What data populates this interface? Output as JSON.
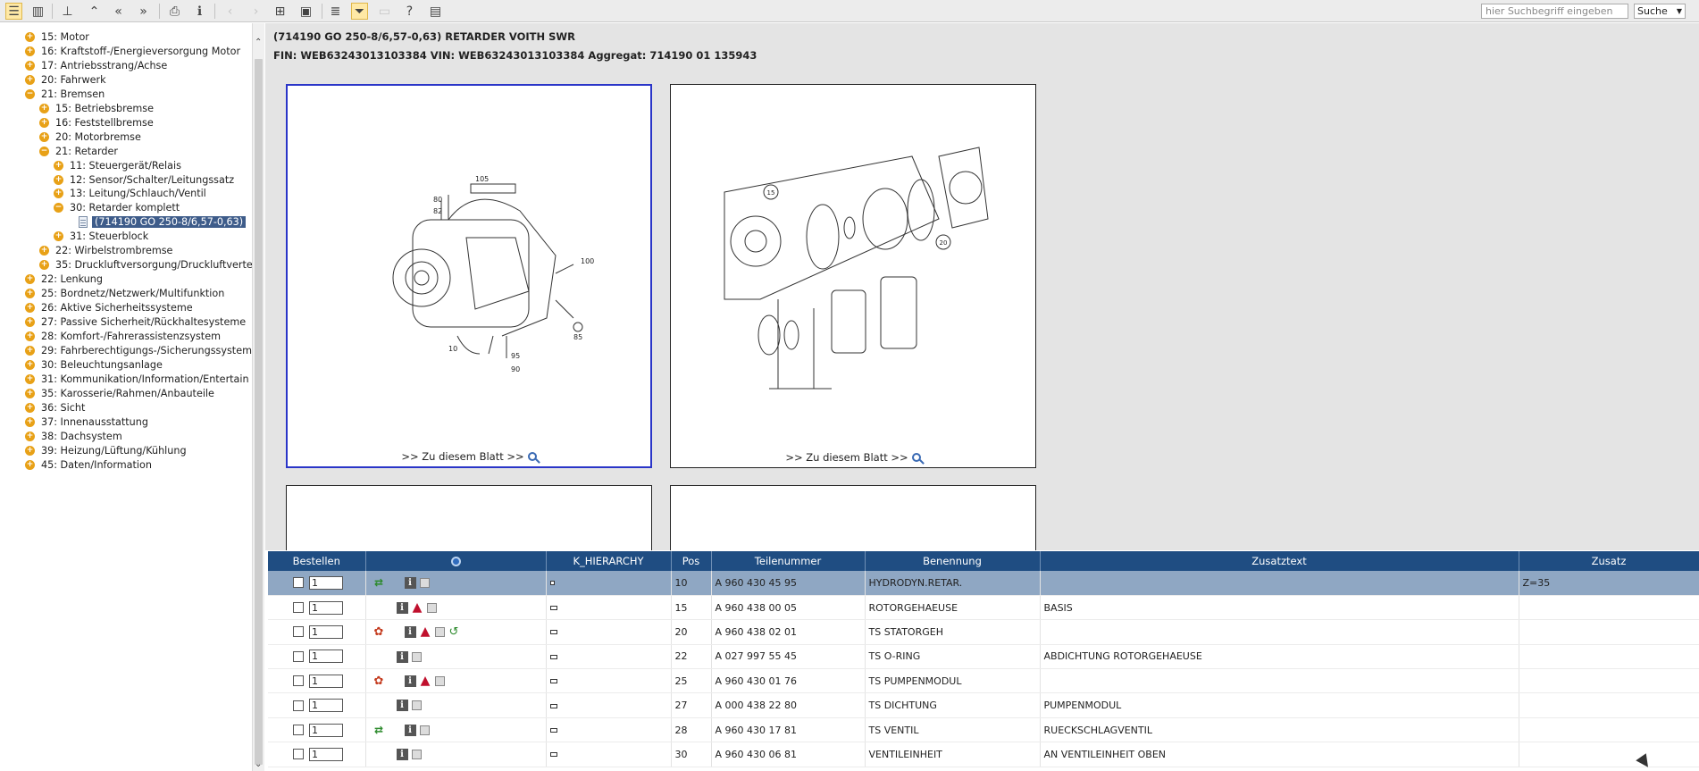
{
  "search": {
    "placeholder": "hier Suchbegriff eingeben",
    "button": "Suche"
  },
  "tree": {
    "items": [
      {
        "code": "15: Motor",
        "level": 1,
        "state": "+"
      },
      {
        "code": "16: Kraftstoff-/Energieversorgung Motor",
        "level": 1,
        "state": "+"
      },
      {
        "code": "17: Antriebsstrang/Achse",
        "level": 1,
        "state": "+"
      },
      {
        "code": "20: Fahrwerk",
        "level": 1,
        "state": "+"
      },
      {
        "code": "21: Bremsen",
        "level": 1,
        "state": "-"
      },
      {
        "code": "15: Betriebsbremse",
        "level": 2,
        "state": "+"
      },
      {
        "code": "16: Feststellbremse",
        "level": 2,
        "state": "+"
      },
      {
        "code": "20: Motorbremse",
        "level": 2,
        "state": "+"
      },
      {
        "code": "21: Retarder",
        "level": 2,
        "state": "-"
      },
      {
        "code": "11: Steuergerät/Relais",
        "level": 3,
        "state": "+"
      },
      {
        "code": "12: Sensor/Schalter/Leitungssatz",
        "level": 3,
        "state": "+"
      },
      {
        "code": "13: Leitung/Schlauch/Ventil",
        "level": 3,
        "state": "+"
      },
      {
        "code": "30: Retarder komplett",
        "level": 3,
        "state": "-"
      },
      {
        "code": "(714190 GO 250-8/6,57-0,63)",
        "level": 4,
        "state": "doc"
      },
      {
        "code": "31: Steuerblock",
        "level": 3,
        "state": "+"
      },
      {
        "code": "22: Wirbelstrombremse",
        "level": 2,
        "state": "+"
      },
      {
        "code": "35: Druckluftversorgung/Druckluftverte",
        "level": 2,
        "state": "+"
      },
      {
        "code": "22: Lenkung",
        "level": 1,
        "state": "+"
      },
      {
        "code": "25: Bordnetz/Netzwerk/Multifunktion",
        "level": 1,
        "state": "+"
      },
      {
        "code": "26: Aktive Sicherheitssysteme",
        "level": 1,
        "state": "+"
      },
      {
        "code": "27: Passive Sicherheit/Rückhaltesysteme",
        "level": 1,
        "state": "+"
      },
      {
        "code": "28: Komfort-/Fahrerassistenzsystem",
        "level": 1,
        "state": "+"
      },
      {
        "code": "29: Fahrberechtigungs-/Sicherungssystem",
        "level": 1,
        "state": "+"
      },
      {
        "code": "30: Beleuchtungsanlage",
        "level": 1,
        "state": "+"
      },
      {
        "code": "31: Kommunikation/Information/Entertain",
        "level": 1,
        "state": "+"
      },
      {
        "code": "35: Karosserie/Rahmen/Anbauteile",
        "level": 1,
        "state": "+"
      },
      {
        "code": "36: Sicht",
        "level": 1,
        "state": "+"
      },
      {
        "code": "37: Innenausstattung",
        "level": 1,
        "state": "+"
      },
      {
        "code": "38: Dachsystem",
        "level": 1,
        "state": "+"
      },
      {
        "code": "39: Heizung/Lüftung/Kühlung",
        "level": 1,
        "state": "+"
      },
      {
        "code": "45: Daten/Information",
        "level": 1,
        "state": "+"
      }
    ]
  },
  "header": {
    "title": "(714190 GO 250-8/6,57-0,63) RETARDER VOITH SWR",
    "fin": "FIN: WEB63243013103384 VIN: WEB63243013103384 Aggregat: 714190 01 135943"
  },
  "sheets": {
    "link_label": ">> Zu diesem Blatt >>",
    "sheet1_callouts": [
      "105",
      "80",
      "82",
      "100",
      "85",
      "10",
      "95",
      "90"
    ],
    "sheet2_callouts": [
      "15",
      "20"
    ]
  },
  "table": {
    "columns": [
      "Bestellen",
      "",
      "K_HIERARCHY",
      "Pos",
      "Teilenummer",
      "Benennung",
      "Zusatztext",
      "Zusatz"
    ],
    "rows": [
      {
        "qty": "1",
        "pos": "10",
        "part": "A 960 430 45 95",
        "name": "HYDRODYN.RETAR.",
        "text": "",
        "extra": "Z=35",
        "icons": [
          "swap",
          "info",
          "box"
        ],
        "selected": true
      },
      {
        "qty": "1",
        "pos": "15",
        "part": "A 960 438 00 05",
        "name": "ROTORGEHAEUSE",
        "text": "BASIS",
        "extra": "",
        "icons": [
          "info",
          "warn",
          "box"
        ]
      },
      {
        "qty": "1",
        "pos": "20",
        "part": "A 960 438 02 01",
        "name": "TS STATORGEH",
        "text": "",
        "extra": "",
        "icons": [
          "flower",
          "info",
          "warn",
          "box",
          "loop"
        ]
      },
      {
        "qty": "1",
        "pos": "22",
        "part": "A 027 997 55 45",
        "name": "TS O-RING",
        "text": "ABDICHTUNG ROTORGEHAEUSE",
        "extra": "",
        "icons": [
          "info",
          "box"
        ]
      },
      {
        "qty": "1",
        "pos": "25",
        "part": "A 960 430 01 76",
        "name": "TS PUMPENMODUL",
        "text": "",
        "extra": "",
        "icons": [
          "flower",
          "info",
          "warn",
          "box"
        ]
      },
      {
        "qty": "1",
        "pos": "27",
        "part": "A 000 438 22 80",
        "name": "TS DICHTUNG",
        "text": "PUMPENMODUL",
        "extra": "",
        "icons": [
          "info",
          "box"
        ]
      },
      {
        "qty": "1",
        "pos": "28",
        "part": "A 960 430 17 81",
        "name": "TS VENTIL",
        "text": "RUECKSCHLAGVENTIL",
        "extra": "",
        "icons": [
          "swap",
          "info",
          "box"
        ]
      },
      {
        "qty": "1",
        "pos": "30",
        "part": "A 960 430 06 81",
        "name": "VENTILEINHEIT",
        "text": "AN VENTILEINHEIT OBEN",
        "extra": "",
        "icons": [
          "info",
          "box"
        ]
      }
    ]
  }
}
